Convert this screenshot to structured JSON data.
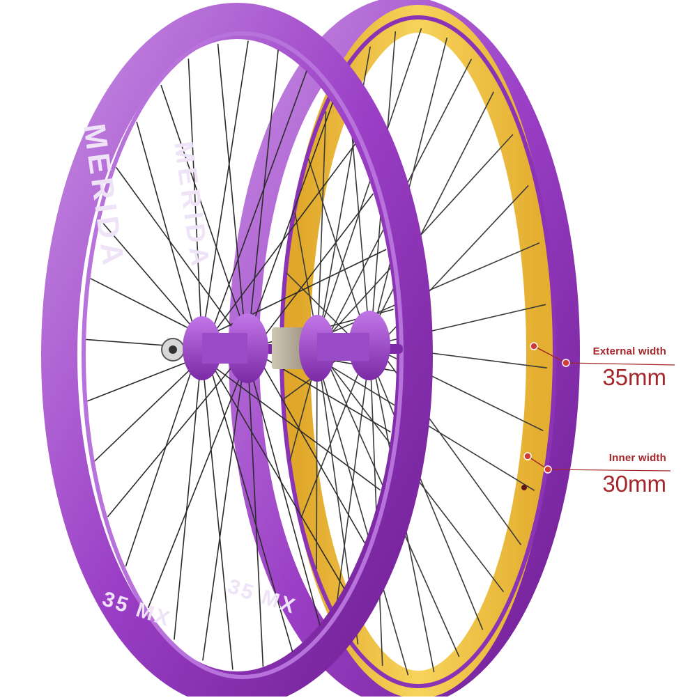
{
  "product": {
    "rim_brand_text": "MERIDA",
    "rim_model_text": "35 MX"
  },
  "annotations": {
    "external": {
      "title": "External width",
      "value": "35mm"
    },
    "inner": {
      "title": "Inner width",
      "value": "30mm"
    }
  },
  "colors": {
    "rim": "#9b3fc6",
    "rim_dark": "#6e1e93",
    "rim_light": "#c07be0",
    "rim_tape": "#f2c23c",
    "spoke": "#2b2b2b",
    "annotation": "#a3262a",
    "background": "#ffffff"
  }
}
